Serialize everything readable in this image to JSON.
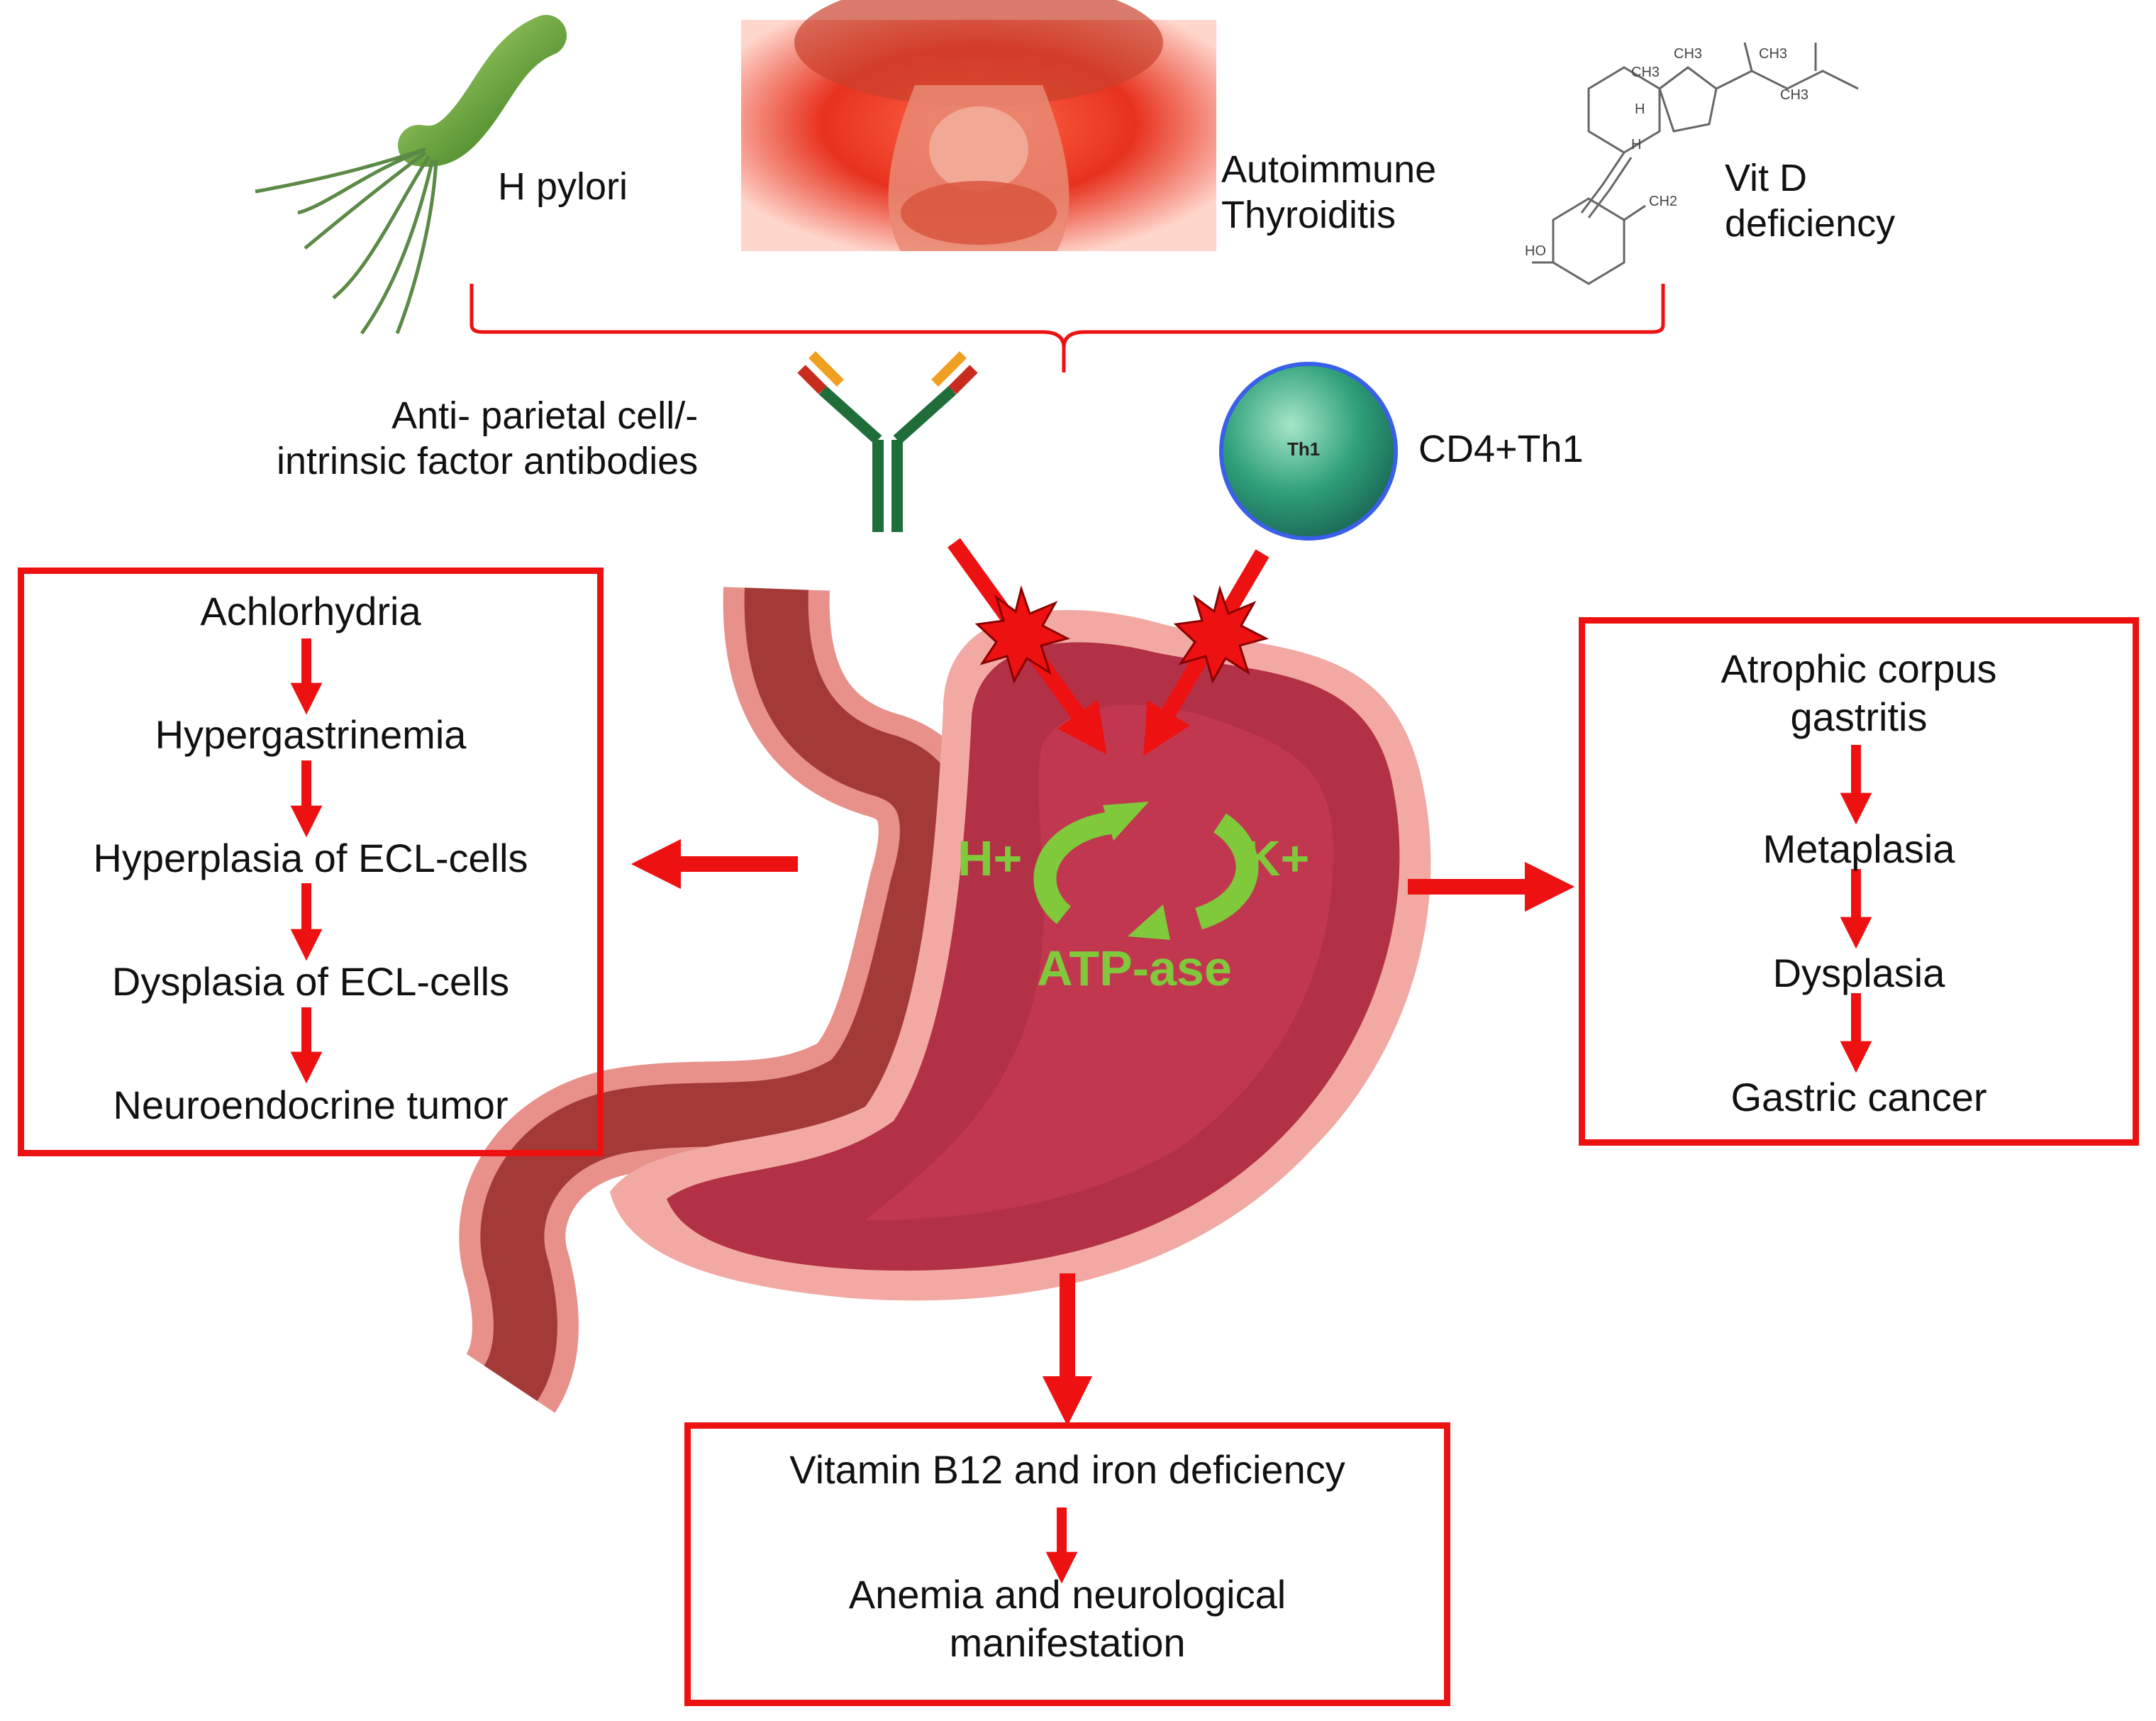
{
  "causes": {
    "h_pylori": "H pylori",
    "thyroiditis": [
      "Autoimmune",
      "Thyroiditis"
    ],
    "vit_d": [
      "Vit D",
      "deficiency"
    ]
  },
  "chemistry_labels": [
    "CH3",
    "CH3",
    "CH3",
    "CH3",
    "H",
    "H",
    "CH2",
    "HO"
  ],
  "mediators": {
    "antibodies": [
      "Anti- parietal cell/-",
      "intrinsic factor antibodies"
    ],
    "th1_cell_label": "Th1",
    "cd4": "CD4+Th1"
  },
  "pump": {
    "h": "H+",
    "k": "K+",
    "atpase": "ATP-ase"
  },
  "left_cascade": [
    "Achlorhydria",
    "Hypergastrinemia",
    "Hyperplasia of  ECL-cells",
    "Dysplasia of  ECL-cells",
    "Neuroendocrine tumor"
  ],
  "right_cascade": [
    [
      "Atrophic corpus",
      "gastritis"
    ],
    "Metaplasia",
    "Dysplasia",
    "Gastric cancer"
  ],
  "bottom_cascade": [
    "Vitamin B12 and iron deficiency",
    [
      "Anemia and neurological",
      "manifestation"
    ]
  ],
  "colors": {
    "arrow": "#ee1111",
    "pump": "#7fc93b",
    "th1": "#2a8f6f",
    "antibody_dark": "#1f6e3a"
  }
}
